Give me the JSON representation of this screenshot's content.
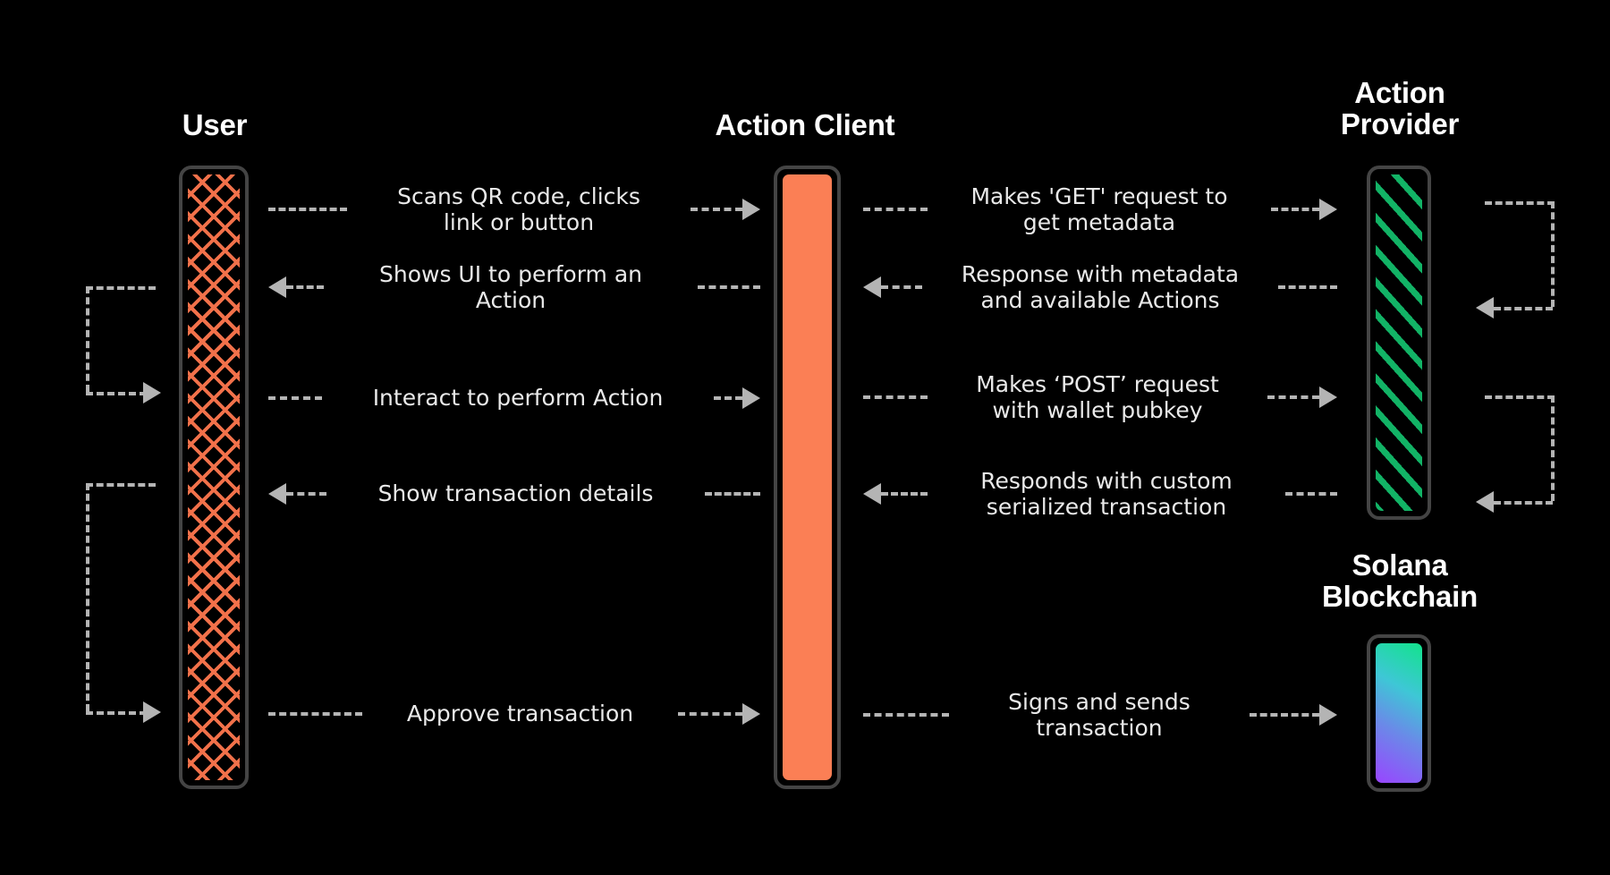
{
  "diagram": {
    "title": "Solana Actions and Blinks sequence diagram",
    "background_color": "#000000",
    "connector_color": "#b4b4b4",
    "label_color": "#e9e9e9"
  },
  "actors": {
    "user": {
      "label": "User",
      "fill": "crosshatch-orange",
      "color": "#f2714a"
    },
    "client": {
      "label": "Action Client",
      "fill": "solid-orange",
      "color": "#fb7f55"
    },
    "provider": {
      "label": "Action\nProvider",
      "fill": "diagonal-green",
      "color": "#12b366"
    },
    "solana": {
      "label": "Solana\nBlockchain",
      "fill": "gradient",
      "color": "#9945ff"
    }
  },
  "messages": {
    "left": [
      {
        "id": "scans-qr",
        "text": "Scans QR code, clicks\nlink or button",
        "direction": "right"
      },
      {
        "id": "shows-ui",
        "text": "Shows UI to perform an\nAction",
        "direction": "left"
      },
      {
        "id": "interact-action",
        "text": "Interact to perform Action",
        "direction": "right"
      },
      {
        "id": "show-tx-details",
        "text": "Show transaction details",
        "direction": "left"
      },
      {
        "id": "approve-transaction",
        "text": "Approve transaction",
        "direction": "right"
      }
    ],
    "right": [
      {
        "id": "get-request",
        "text": "Makes 'GET' request to\nget metadata",
        "direction": "right"
      },
      {
        "id": "response-metadata",
        "text": "Response with metadata\nand available Actions",
        "direction": "left"
      },
      {
        "id": "post-request",
        "text": "Makes ‘POST’ request\nwith wallet pubkey",
        "direction": "right"
      },
      {
        "id": "responds-serialized",
        "text": "Responds with custom\nserialized transaction",
        "direction": "left"
      },
      {
        "id": "signs-sends",
        "text": "Signs and sends\ntransaction",
        "direction": "right"
      }
    ]
  },
  "self_loops": {
    "user": [
      {
        "id": "user-loop-1",
        "side": "left"
      },
      {
        "id": "user-loop-2",
        "side": "left"
      }
    ],
    "provider": [
      {
        "id": "provider-loop-1",
        "side": "right"
      },
      {
        "id": "provider-loop-2",
        "side": "right"
      }
    ]
  }
}
